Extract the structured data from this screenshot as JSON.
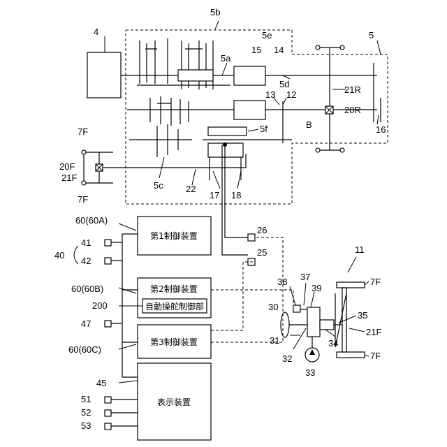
{
  "labels": {
    "n4": "4",
    "n5b": "5b",
    "n5": "5",
    "n5e": "5e",
    "n15": "15",
    "n14": "14",
    "n5a": "5a",
    "n5d": "5d",
    "n13": "13",
    "n12": "12",
    "n21R": "21R",
    "n20R": "20R",
    "n5f": "5f",
    "nB": "B",
    "n16": "16",
    "n7F_top": "7F",
    "n20F": "20F",
    "n21F_left": "21F",
    "n7F_left_bottom": "7F",
    "n5c": "5c",
    "n22": "22",
    "n17": "17",
    "n18": "18",
    "n60A": "60(60A)",
    "n26": "26",
    "n25": "25",
    "n40": "40",
    "n41": "41",
    "n42": "42",
    "n60B": "60(60B)",
    "n200": "200",
    "n47": "47",
    "n60C": "60(60C)",
    "n45": "45",
    "n51": "51",
    "n52": "52",
    "n53": "53",
    "n11": "11",
    "n38": "38",
    "n37": "37",
    "n39": "39",
    "n7F_right_top": "7F",
    "n30": "30",
    "n35": "35",
    "n31": "31",
    "n34": "34",
    "n21F_right": "21F",
    "n32": "32",
    "n7F_right_bottom": "7F",
    "n33": "33"
  },
  "boxes": {
    "ctrl1": "第1制御装置",
    "ctrl2": "第2制御装置",
    "auto_steer": "自動操舵制御部",
    "ctrl3": "第3制御装置",
    "display": "表示装置"
  }
}
